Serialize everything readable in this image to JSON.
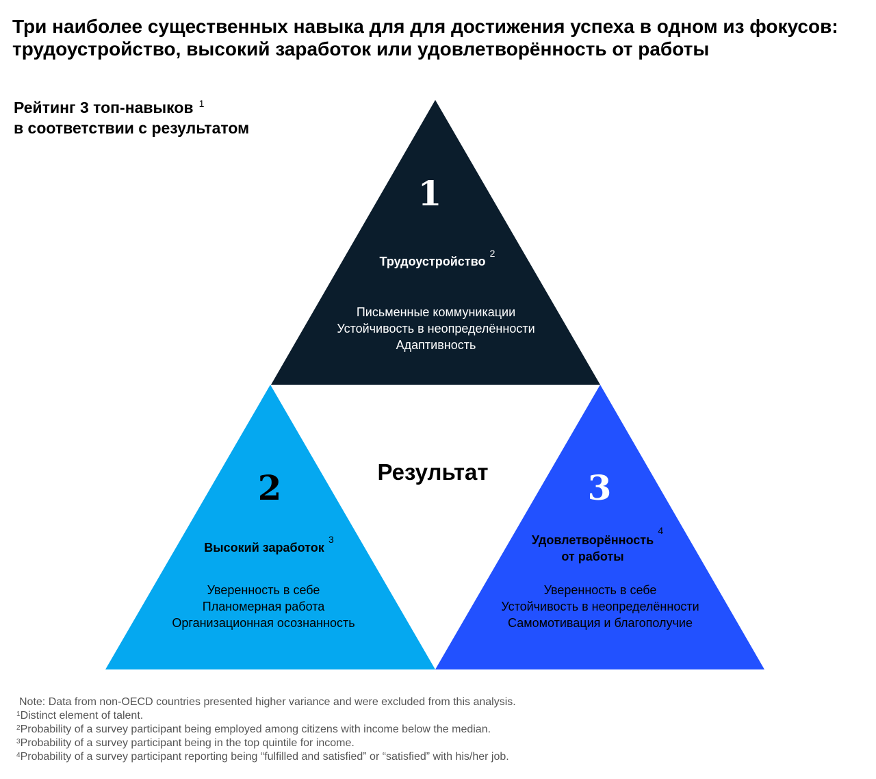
{
  "title": "Три наиболее существенных навыка для для достижения успеха в одном из фокусов: трудоустройство, высокий заработок или удовлетворённость от работы",
  "subtitle": {
    "line1": "Рейтинг 3 топ-навыков",
    "footnote": "1",
    "line2": "в соответствии с результатом"
  },
  "center_label": "Результат",
  "triangles": [
    {
      "number": "1",
      "heading": "Трудоустройство",
      "heading_footnote": "2",
      "skills": [
        "Письменные коммуникации",
        "Устойчивость в неопределённости",
        "Адаптивность"
      ],
      "color": "#0b1d2c"
    },
    {
      "number": "2",
      "heading": "Высокий заработок",
      "heading_footnote": "3",
      "skills": [
        "Уверенность в себе",
        "Планомерная работа",
        "Организационная осознанность"
      ],
      "color": "#05a8f0"
    },
    {
      "number": "3",
      "heading_line1": "Удовлетворённость",
      "heading_line2": "от работы",
      "heading_footnote": "4",
      "skills": [
        "Уверенность в себе",
        "Устойчивость в неопределённости",
        "Самомотивация и благополучие"
      ],
      "color": "#2251ff"
    }
  ],
  "notes": {
    "note": "Note: Data from non-OECD countries presented higher variance and were excluded from this analysis.",
    "footnotes": [
      {
        "mark": "1",
        "text": "Distinct element of talent."
      },
      {
        "mark": "2",
        "text": "Probability of a survey participant being employed among citizens with income below the median."
      },
      {
        "mark": "3",
        "text": "Probability of a survey participant being in the top quintile for income."
      },
      {
        "mark": "4",
        "text": "Probability of a survey participant reporting being “fulfilled and satisfied” or “satisfied” with his/her job."
      }
    ]
  }
}
